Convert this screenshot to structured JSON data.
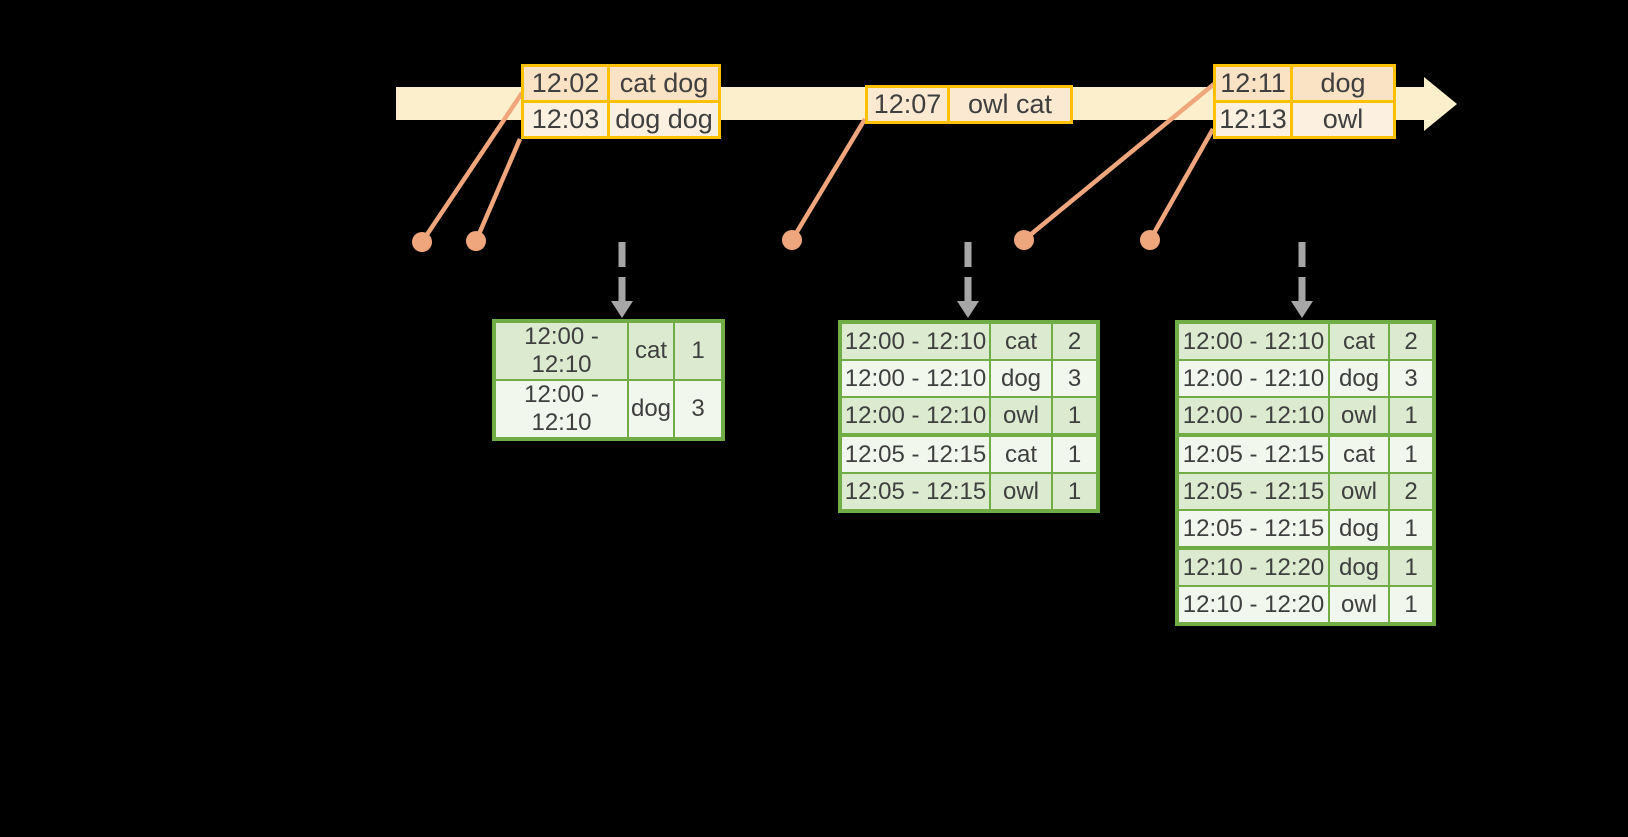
{
  "colors": {
    "background": "#000000",
    "timeline_fill": "#FBF0CB",
    "event_table_border": "#FFC000",
    "event_row_dark": "#FAE2C4",
    "event_row_light": "#FCF1E0",
    "connector_salmon": "#F0A67C",
    "trigger_arrow_gray": "#A6A6A6",
    "result_table_border": "#70AD47",
    "result_row_dark": "#DCEAD0",
    "result_row_light": "#F2F7EE",
    "text": "#3F3F3F"
  },
  "icons": {
    "timeline_arrow": "right-arrow-band",
    "event_dot": "filled-circle",
    "trigger_arrow": "dashed-down-arrow"
  },
  "event_tables": [
    {
      "rows": [
        {
          "time": "12:02",
          "words": "cat dog"
        },
        {
          "time": "12:03",
          "words": "dog dog"
        }
      ]
    },
    {
      "rows": [
        {
          "time": "12:07",
          "words": "owl cat"
        }
      ]
    },
    {
      "rows": [
        {
          "time": "12:11",
          "words": "dog"
        },
        {
          "time": "12:13",
          "words": "owl"
        }
      ]
    }
  ],
  "result_tables": [
    {
      "rows": [
        {
          "window": "12:00 - 12:10",
          "word": "cat",
          "count": "1"
        },
        {
          "window": "12:00 - 12:10",
          "word": "dog",
          "count": "3"
        }
      ]
    },
    {
      "rows": [
        {
          "window": "12:00 - 12:10",
          "word": "cat",
          "count": "2"
        },
        {
          "window": "12:00 - 12:10",
          "word": "dog",
          "count": "3"
        },
        {
          "window": "12:00 - 12:10",
          "word": "owl",
          "count": "1"
        },
        {
          "window": "12:05 - 12:15",
          "word": "cat",
          "count": "1"
        },
        {
          "window": "12:05 - 12:15",
          "word": "owl",
          "count": "1"
        }
      ]
    },
    {
      "rows": [
        {
          "window": "12:00 - 12:10",
          "word": "cat",
          "count": "2"
        },
        {
          "window": "12:00 - 12:10",
          "word": "dog",
          "count": "3"
        },
        {
          "window": "12:00 - 12:10",
          "word": "owl",
          "count": "1"
        },
        {
          "window": "12:05 - 12:15",
          "word": "cat",
          "count": "1"
        },
        {
          "window": "12:05 - 12:15",
          "word": "owl",
          "count": "2"
        },
        {
          "window": "12:05 - 12:15",
          "word": "dog",
          "count": "1"
        },
        {
          "window": "12:10 - 12:20",
          "word": "dog",
          "count": "1"
        },
        {
          "window": "12:10 - 12:20",
          "word": "owl",
          "count": "1"
        }
      ]
    }
  ]
}
